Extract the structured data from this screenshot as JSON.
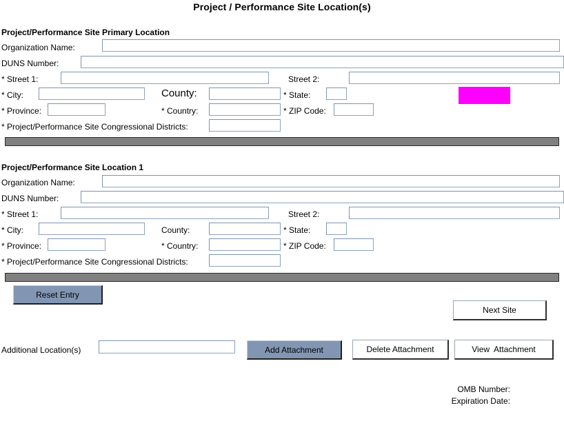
{
  "page": {
    "title": "Project / Performance Site Location(s)"
  },
  "sections": [
    {
      "heading": "Project/Performance Site Primary Location",
      "fields": {
        "organization_name_label": "Organization Name:",
        "organization_name_value": "",
        "duns_number_label": "DUNS Number:",
        "duns_number_value": "",
        "street1_label": "* Street 1:",
        "street1_value": "",
        "street2_label": "Street 2:",
        "street2_value": "",
        "city_label": "* City:",
        "city_value": "",
        "county_label": "County:",
        "county_value": "",
        "state_label": "* State:",
        "state_value": "",
        "province_label": "* Province:",
        "province_value": "",
        "country_label": "* Country:",
        "country_value": "",
        "zip_label": "* ZIP Code:",
        "zip_value": "",
        "districts_label": "* Project/Performance Site Congressional Districts:",
        "districts_value": ""
      },
      "highlight_color": "#ff00ff"
    },
    {
      "heading": "Project/Performance Site Location 1",
      "fields": {
        "organization_name_label": "Organization Name:",
        "organization_name_value": "",
        "duns_number_label": "DUNS Number:",
        "duns_number_value": "",
        "street1_label": "* Street 1:",
        "street1_value": "",
        "street2_label": "Street 2:",
        "street2_value": "",
        "city_label": "* City:",
        "city_value": "",
        "county_label": "County:",
        "county_value": "",
        "state_label": "* State:",
        "state_value": "",
        "province_label": "* Province:",
        "province_value": "",
        "country_label": "* Country:",
        "country_value": "",
        "zip_label": "* ZIP Code:",
        "zip_value": "",
        "districts_label": "* Project/Performance Site Congressional Districts:",
        "districts_value": ""
      }
    }
  ],
  "actions": {
    "reset_entry_label": "Reset Entry",
    "next_site_label": "Next Site",
    "additional_locations_label": "Additional Location(s)",
    "additional_locations_value": "",
    "add_attachment_label": "Add Attachment",
    "delete_attachment_label": "Delete Attachment",
    "view_attachment_label": "View  Attachment"
  },
  "footer": {
    "omb_number_label": "OMB Number:",
    "expiration_date_label": "Expiration Date:"
  }
}
